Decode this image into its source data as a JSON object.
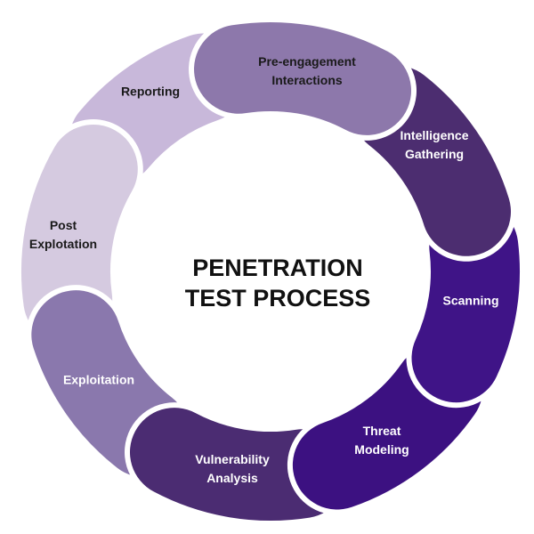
{
  "title": [
    "PENETRATION",
    "TEST PROCESS"
  ],
  "steps": [
    {
      "lines": [
        "Pre-engagement",
        "Interactions"
      ],
      "color": "#8d78ab",
      "text_color": "#1a1a1a"
    },
    {
      "lines": [
        "Intelligence",
        "Gathering"
      ],
      "color": "#4c2d70",
      "text_color": "#ffffff"
    },
    {
      "lines": [
        "Scanning"
      ],
      "color": "#3f1487",
      "text_color": "#ffffff"
    },
    {
      "lines": [
        "Threat",
        "Modeling"
      ],
      "color": "#3c1181",
      "text_color": "#ffffff"
    },
    {
      "lines": [
        "Vulnerability",
        "Analysis"
      ],
      "color": "#4b2c72",
      "text_color": "#ffffff"
    },
    {
      "lines": [
        "Exploitation"
      ],
      "color": "#8a78ad",
      "text_color": "#ffffff"
    },
    {
      "lines": [
        "Post",
        "Explotation"
      ],
      "color": "#d5cae0",
      "text_color": "#1a1a1a"
    },
    {
      "lines": [
        "Reporting"
      ],
      "color": "#c8b8da",
      "text_color": "#1a1a1a"
    }
  ]
}
